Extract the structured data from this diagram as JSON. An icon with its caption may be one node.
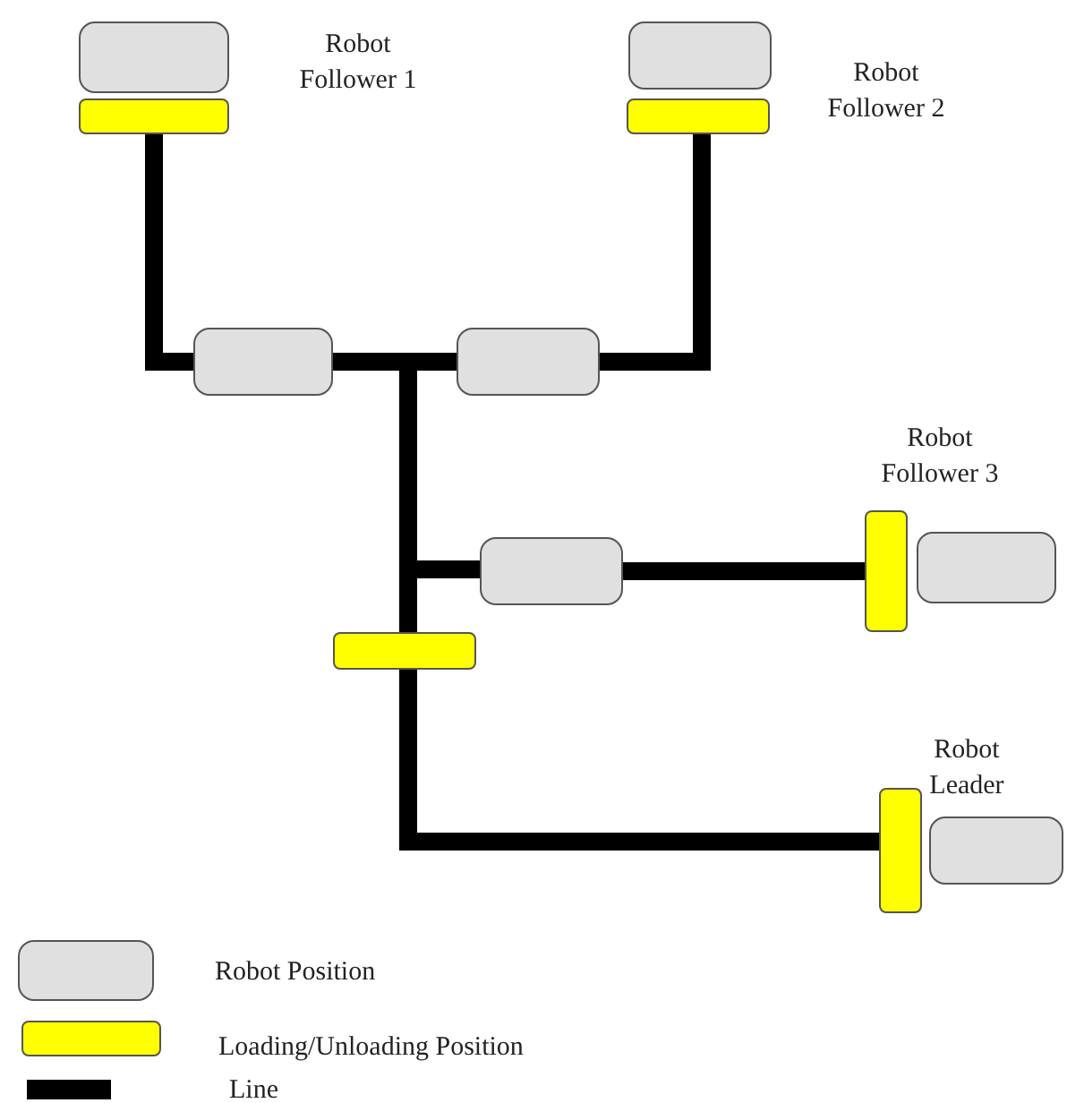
{
  "diagram": {
    "nodes": [
      {
        "text": [],
        "shape": "box",
        "beside": [
          "Robot Follower 1"
        ]
      },
      {
        "text": [],
        "shape": "bar"
      },
      {
        "text": [],
        "shape": "box",
        "beside": [
          "Robot Follower 2"
        ]
      },
      {
        "text": [],
        "shape": "bar"
      },
      {
        "text": [],
        "shape": "box"
      },
      {
        "text": [],
        "shape": "box"
      },
      {
        "text": [],
        "shape": "box"
      },
      {
        "text": [],
        "shape": "bar",
        "beside": [
          "Robot Follower 3"
        ]
      },
      {
        "text": [],
        "shape": "box"
      },
      {
        "text": [],
        "shape": "bar"
      },
      {
        "text": [],
        "shape": "bar"
      },
      {
        "text": [],
        "shape": "box",
        "beside": [
          "Robot Leader"
        ]
      }
    ],
    "edges": [
      {
        "from": 1,
        "to": 4,
        "arrow": "none"
      },
      {
        "from": 4,
        "to": 5,
        "arrow": "none"
      },
      {
        "from": 5,
        "to": 3,
        "arrow": "none"
      },
      {
        "from": 4,
        "to": 6,
        "arrow": "none"
      },
      {
        "from": 4,
        "to": 9,
        "arrow": "none"
      },
      {
        "from": 6,
        "to": 7,
        "arrow": "none"
      },
      {
        "from": 9,
        "to": 10,
        "arrow": "none"
      }
    ],
    "legend": [
      {
        "text": "Robot Position",
        "color": "#e0e0e0"
      },
      {
        "text": "Loading/Unloading Position",
        "color": "#ffff00"
      },
      {
        "text": "Line",
        "color": "#000000"
      }
    ]
  }
}
